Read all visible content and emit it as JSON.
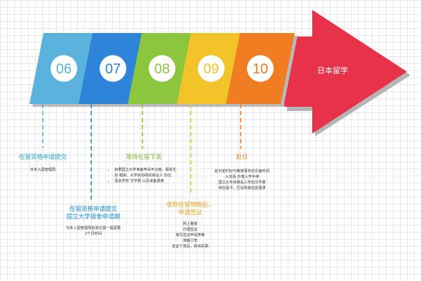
{
  "colors": {
    "s06": "#5bb2dd",
    "s07": "#2e84d8",
    "s08": "#8cc63e",
    "s09": "#f3c32a",
    "s10": "#f17d22",
    "arrow": "#e8324a",
    "text_s06": "#29a6d7",
    "text_s07": "#1b8fd3",
    "text_s08": "#80b73a",
    "text_s09": "#f2a21e",
    "text_s10": "#ef7e26"
  },
  "steps": [
    {
      "num": "06",
      "color": "#5bb2dd"
    },
    {
      "num": "07",
      "color": "#2e84d8"
    },
    {
      "num": "08",
      "color": "#8cc63e"
    },
    {
      "num": "09",
      "color": "#f3c32a"
    },
    {
      "num": "10",
      "color": "#f17d22"
    }
  ],
  "arrow_label": "日本留学",
  "annotations": {
    "a06": {
      "title": "在留资格申请提交",
      "body": "日本入国管理局"
    },
    "a07": {
      "title_line1": "在留资格申请提交",
      "title_line2": "国立大学宿舍申请期",
      "body_line1": "日本入国管理局批复在留一般需要",
      "body_line2": "2个月时间"
    },
    "a08": {
      "title": "等待在留下发",
      "bullets": [
        "如果国立大学准备申请不合格，联系生协 租房，大学会协助的保证人 协记",
        "语言学校 交学费  以及准备费用"
      ]
    },
    "a09": {
      "title_line1": "收到在留物格后，",
      "title_line2": "申请签证",
      "lines": [
        "网上看房",
        "办理签证",
        "填写签证申请表等",
        "准备行李",
        "签证下发后，购买机票"
      ]
    },
    "a10": {
      "title": "赴日",
      "lines": [
        "赴日前约好与教授事务的见面时间",
        "入住后 办理入学手续",
        "国立大学多数是入学后交学费",
        "持在留卡、区役所做住民登录"
      ]
    }
  }
}
